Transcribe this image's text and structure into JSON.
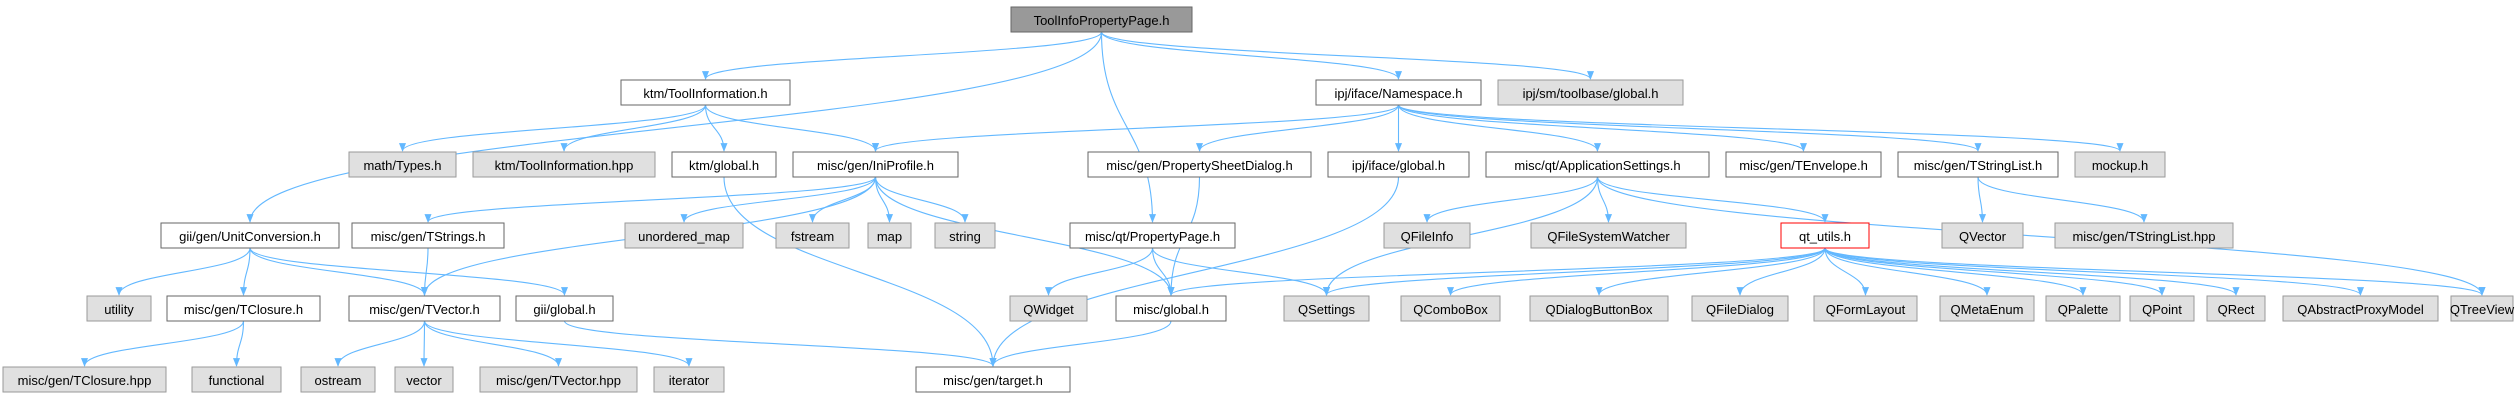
{
  "colors": {
    "edge": "#63b8ff",
    "root_fill": "#999999",
    "root_stroke": "#666666",
    "file_fill": "#ffffff",
    "file_stroke": "#666666",
    "external_fill": "#e0e0e0",
    "external_stroke": "#999999",
    "highlight_stroke": "#ff0000"
  },
  "nodes": [
    {
      "id": "root",
      "label": "ToolInfoPropertyPage.h",
      "kind": "root"
    },
    {
      "id": "ktm_toolinfo",
      "label": "ktm/ToolInformation.h",
      "kind": "file"
    },
    {
      "id": "ipj_ns",
      "label": "ipj/iface/Namespace.h",
      "kind": "file"
    },
    {
      "id": "toolbase_global",
      "label": "ipj/sm/toolbase/global.h",
      "kind": "external"
    },
    {
      "id": "math_types",
      "label": "math/Types.h",
      "kind": "external"
    },
    {
      "id": "ktm_toolinfo_hpp",
      "label": "ktm/ToolInformation.hpp",
      "kind": "external"
    },
    {
      "id": "ktm_global",
      "label": "ktm/global.h",
      "kind": "file"
    },
    {
      "id": "iniprofile",
      "label": "misc/gen/IniProfile.h",
      "kind": "file"
    },
    {
      "id": "propsheet",
      "label": "misc/gen/PropertySheetDialog.h",
      "kind": "file"
    },
    {
      "id": "iface_global",
      "label": "ipj/iface/global.h",
      "kind": "file"
    },
    {
      "id": "appsettings",
      "label": "misc/qt/ApplicationSettings.h",
      "kind": "file"
    },
    {
      "id": "tenvelope",
      "label": "misc/gen/TEnvelope.h",
      "kind": "file"
    },
    {
      "id": "tstringlist",
      "label": "misc/gen/TStringList.h",
      "kind": "file"
    },
    {
      "id": "mockup",
      "label": "mockup.h",
      "kind": "external"
    },
    {
      "id": "unitconv",
      "label": "gii/gen/UnitConversion.h",
      "kind": "file"
    },
    {
      "id": "tstrings",
      "label": "misc/gen/TStrings.h",
      "kind": "file"
    },
    {
      "id": "unordered_map",
      "label": "unordered_map",
      "kind": "external"
    },
    {
      "id": "fstream",
      "label": "fstream",
      "kind": "external"
    },
    {
      "id": "map",
      "label": "map",
      "kind": "external"
    },
    {
      "id": "string",
      "label": "string",
      "kind": "external"
    },
    {
      "id": "proppage",
      "label": "misc/qt/PropertyPage.h",
      "kind": "file"
    },
    {
      "id": "qfileinfo",
      "label": "QFileInfo",
      "kind": "external"
    },
    {
      "id": "qfswatcher",
      "label": "QFileSystemWatcher",
      "kind": "external"
    },
    {
      "id": "qt_utils",
      "label": "qt_utils.h",
      "kind": "highlight"
    },
    {
      "id": "qvector",
      "label": "QVector",
      "kind": "external"
    },
    {
      "id": "tstringlist_hpp",
      "label": "misc/gen/TStringList.hpp",
      "kind": "external"
    },
    {
      "id": "utility",
      "label": "utility",
      "kind": "external"
    },
    {
      "id": "tclosure",
      "label": "misc/gen/TClosure.h",
      "kind": "file"
    },
    {
      "id": "tvector",
      "label": "misc/gen/TVector.h",
      "kind": "file"
    },
    {
      "id": "gii_global",
      "label": "gii/global.h",
      "kind": "file"
    },
    {
      "id": "qwidget",
      "label": "QWidget",
      "kind": "external"
    },
    {
      "id": "misc_global",
      "label": "misc/global.h",
      "kind": "file"
    },
    {
      "id": "qsettings",
      "label": "QSettings",
      "kind": "external"
    },
    {
      "id": "qcombobox",
      "label": "QComboBox",
      "kind": "external"
    },
    {
      "id": "qdialogbuttonbox",
      "label": "QDialogButtonBox",
      "kind": "external"
    },
    {
      "id": "qfiledialog",
      "label": "QFileDialog",
      "kind": "external"
    },
    {
      "id": "qformlayout",
      "label": "QFormLayout",
      "kind": "external"
    },
    {
      "id": "qmetaenum",
      "label": "QMetaEnum",
      "kind": "external"
    },
    {
      "id": "qpalette",
      "label": "QPalette",
      "kind": "external"
    },
    {
      "id": "qpoint",
      "label": "QPoint",
      "kind": "external"
    },
    {
      "id": "qrect",
      "label": "QRect",
      "kind": "external"
    },
    {
      "id": "qabstractproxymodel",
      "label": "QAbstractProxyModel",
      "kind": "external"
    },
    {
      "id": "qtreeview",
      "label": "QTreeView",
      "kind": "external"
    },
    {
      "id": "tclosure_hpp",
      "label": "misc/gen/TClosure.hpp",
      "kind": "external"
    },
    {
      "id": "functional",
      "label": "functional",
      "kind": "external"
    },
    {
      "id": "ostream",
      "label": "ostream",
      "kind": "external"
    },
    {
      "id": "vector",
      "label": "vector",
      "kind": "external"
    },
    {
      "id": "tvector_hpp",
      "label": "misc/gen/TVector.hpp",
      "kind": "external"
    },
    {
      "id": "iterator",
      "label": "iterator",
      "kind": "external"
    },
    {
      "id": "target",
      "label": "misc/gen/target.h",
      "kind": "file"
    }
  ],
  "edges": [
    [
      "root",
      "ktm_toolinfo"
    ],
    [
      "root",
      "ipj_ns"
    ],
    [
      "root",
      "toolbase_global"
    ],
    [
      "root",
      "unitconv"
    ],
    [
      "root",
      "proppage"
    ],
    [
      "ktm_toolinfo",
      "math_types"
    ],
    [
      "ktm_toolinfo",
      "ktm_toolinfo_hpp"
    ],
    [
      "ktm_toolinfo",
      "ktm_global"
    ],
    [
      "ktm_toolinfo",
      "iniprofile"
    ],
    [
      "ktm_global",
      "target"
    ],
    [
      "ipj_ns",
      "iniprofile"
    ],
    [
      "ipj_ns",
      "propsheet"
    ],
    [
      "ipj_ns",
      "iface_global"
    ],
    [
      "ipj_ns",
      "appsettings"
    ],
    [
      "ipj_ns",
      "tenvelope"
    ],
    [
      "ipj_ns",
      "tstringlist"
    ],
    [
      "ipj_ns",
      "mockup"
    ],
    [
      "iniprofile",
      "tstrings"
    ],
    [
      "iniprofile",
      "unordered_map"
    ],
    [
      "iniprofile",
      "fstream"
    ],
    [
      "iniprofile",
      "map"
    ],
    [
      "iniprofile",
      "string"
    ],
    [
      "iniprofile",
      "tvector"
    ],
    [
      "iniprofile",
      "misc_global"
    ],
    [
      "propsheet",
      "misc_global"
    ],
    [
      "iface_global",
      "target"
    ],
    [
      "appsettings",
      "qfileinfo"
    ],
    [
      "appsettings",
      "qfswatcher"
    ],
    [
      "appsettings",
      "qt_utils"
    ],
    [
      "appsettings",
      "qsettings"
    ],
    [
      "appsettings",
      "qtreeview"
    ],
    [
      "tstringlist",
      "qvector"
    ],
    [
      "tstringlist",
      "tstringlist_hpp"
    ],
    [
      "unitconv",
      "utility"
    ],
    [
      "unitconv",
      "tclosure"
    ],
    [
      "unitconv",
      "tvector"
    ],
    [
      "unitconv",
      "gii_global"
    ],
    [
      "tstrings",
      "tvector"
    ],
    [
      "proppage",
      "qwidget"
    ],
    [
      "proppage",
      "misc_global"
    ],
    [
      "proppage",
      "qsettings"
    ],
    [
      "qt_utils",
      "misc_global"
    ],
    [
      "qt_utils",
      "qsettings"
    ],
    [
      "qt_utils",
      "qcombobox"
    ],
    [
      "qt_utils",
      "qdialogbuttonbox"
    ],
    [
      "qt_utils",
      "qfiledialog"
    ],
    [
      "qt_utils",
      "qformlayout"
    ],
    [
      "qt_utils",
      "qmetaenum"
    ],
    [
      "qt_utils",
      "qpalette"
    ],
    [
      "qt_utils",
      "qpoint"
    ],
    [
      "qt_utils",
      "qrect"
    ],
    [
      "qt_utils",
      "qabstractproxymodel"
    ],
    [
      "qt_utils",
      "qtreeview"
    ],
    [
      "tclosure",
      "tclosure_hpp"
    ],
    [
      "tclosure",
      "functional"
    ],
    [
      "tvector",
      "ostream"
    ],
    [
      "tvector",
      "vector"
    ],
    [
      "tvector",
      "tvector_hpp"
    ],
    [
      "tvector",
      "iterator"
    ],
    [
      "gii_global",
      "target"
    ],
    [
      "misc_global",
      "target"
    ]
  ]
}
